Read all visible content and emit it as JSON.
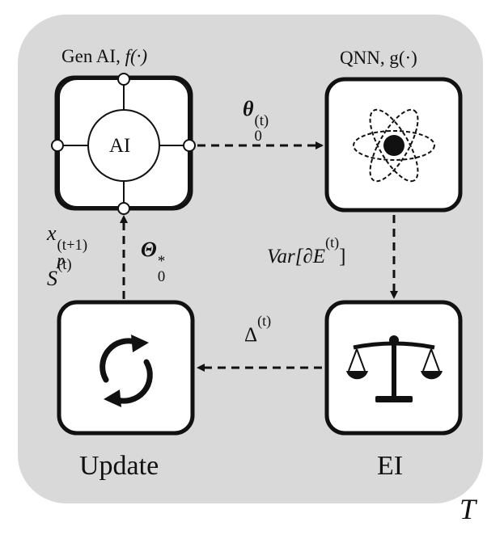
{
  "diagram": {
    "gen_ai_title": "Gen AI,",
    "gen_ai_func": "f(·)",
    "ai_core_label": "AI",
    "qnn_title": "QNN, g(·)",
    "update_title": "Update",
    "ei_title": "EI",
    "region_label": "T",
    "edge_theta0_t": {
      "base": "θ",
      "sup": "(t)",
      "sub": "0"
    },
    "edge_var": {
      "prefix": "Var[∂E",
      "sup": "(t)",
      "suffix": "]"
    },
    "edge_delta": {
      "base": "Δ",
      "sup": "(t)"
    },
    "edge_theta0_star": {
      "base": "Θ",
      "sup": "*",
      "sub": "0"
    },
    "side_xp": {
      "base": "x",
      "sup": "(t+1)",
      "sub": "p"
    },
    "side_s": {
      "base": "S",
      "sup": "(t)"
    }
  },
  "icons": {
    "gen_ai": "neural-network-chip-icon",
    "qnn": "atom-icon",
    "update": "refresh-cycle-icon",
    "ei": "balance-scale-icon"
  },
  "colors": {
    "panel_bg": "#d9d9d9",
    "node_fill": "#ffffff",
    "stroke": "#111111"
  }
}
